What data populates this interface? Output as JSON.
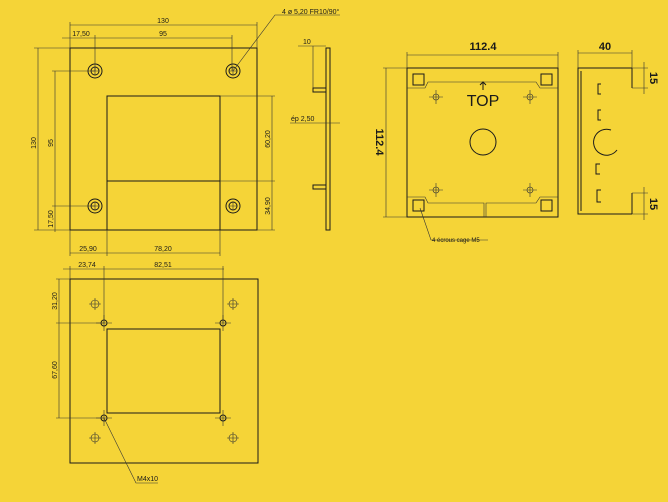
{
  "front_view": {
    "dims": {
      "width": "130",
      "height": "130",
      "hole_offset_x": "17,50",
      "hole_spacing_x": "95",
      "hole_spacing_y": "95",
      "hole_offset_y": "17,50",
      "window_height": "60,20",
      "lower_height": "34,90",
      "window_offset_x": "25,90",
      "window_width": "78,20"
    },
    "hole_callout": "4 ø 5,20 FR10/90°"
  },
  "side_view": {
    "tab_length": "10",
    "thickness": "ép 2,50"
  },
  "rear_view": {
    "dims": {
      "offset_x": "23,74",
      "spacing_x": "82,51",
      "offset_y": "31,20",
      "spacing_y": "67,60"
    },
    "thread_callout": "M4x10"
  },
  "box_view": {
    "width": "112.4",
    "height": "112.4",
    "top_label": "TOP",
    "nut_callout": "4 écrous cage M5"
  },
  "box_side_view": {
    "depth": "40",
    "flange_top": "15",
    "flange_bottom": "15"
  },
  "colors": {
    "background": "#F5D437",
    "line": "#1a1a1a"
  }
}
